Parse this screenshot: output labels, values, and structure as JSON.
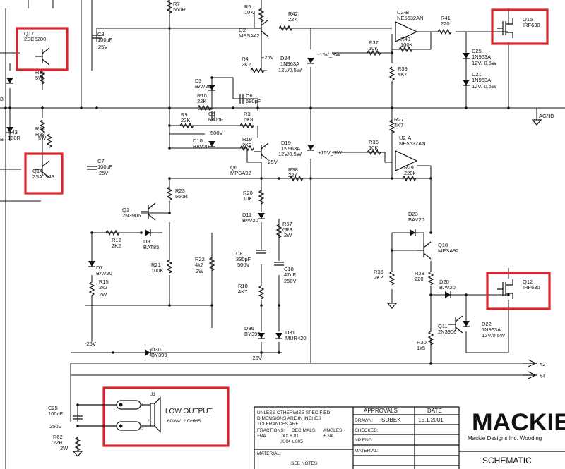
{
  "components": [
    {
      "id": "r7",
      "ref": "R7",
      "value": "560R"
    },
    {
      "id": "r5",
      "ref": "R5",
      "value": "10K"
    },
    {
      "id": "q2",
      "ref": "Q2",
      "value": "MPSA42"
    },
    {
      "id": "r4",
      "ref": "R4",
      "value": "2K2"
    },
    {
      "id": "d3",
      "ref": "D3",
      "value": "BAV20"
    },
    {
      "id": "r10",
      "ref": "R10",
      "value": "22K"
    },
    {
      "id": "c6",
      "ref": "C6",
      "value": "680pF"
    },
    {
      "id": "r9",
      "ref": "R9",
      "value": "22K"
    },
    {
      "id": "c5",
      "ref": "C5",
      "value": "680pF"
    },
    {
      "id": "c5v",
      "ref": "",
      "value": "500V"
    },
    {
      "id": "r3",
      "ref": "R3",
      "value": "6K8"
    },
    {
      "id": "d10",
      "ref": "D10",
      "value": "BAV20"
    },
    {
      "id": "r19",
      "ref": "R19",
      "value": "2K2"
    },
    {
      "id": "q6",
      "ref": "Q6",
      "value": "MPSA92"
    },
    {
      "id": "r42",
      "ref": "R42",
      "value": "22K"
    },
    {
      "id": "d24",
      "ref": "D24",
      "value": "1N963A"
    },
    {
      "id": "d24b",
      "ref": "",
      "value": "12V/0.5W"
    },
    {
      "id": "r37",
      "ref": "R37",
      "value": "10K"
    },
    {
      "id": "u2b",
      "ref": "U2-B",
      "value": "NE5532AN"
    },
    {
      "id": "r40",
      "ref": "R40",
      "value": "100K"
    },
    {
      "id": "r41",
      "ref": "R41",
      "value": "220"
    },
    {
      "id": "q15",
      "ref": "Q15",
      "value": "IRF630"
    },
    {
      "id": "d25",
      "ref": "D25",
      "value": "1N963A"
    },
    {
      "id": "d25b",
      "ref": "",
      "value": "12V/ 0.5W"
    },
    {
      "id": "d21",
      "ref": "D21",
      "value": "1N963A"
    },
    {
      "id": "d21b",
      "ref": "",
      "value": "12V/ 0.5W"
    },
    {
      "id": "r39",
      "ref": "R39",
      "value": "4K7"
    },
    {
      "id": "r27",
      "ref": "R27",
      "value": "4K7"
    },
    {
      "id": "d19",
      "ref": "D19",
      "value": "1N963A"
    },
    {
      "id": "d19b",
      "ref": "",
      "value": "12V/0.5W"
    },
    {
      "id": "r36",
      "ref": "R36",
      "value": "10K"
    },
    {
      "id": "u2a",
      "ref": "U2-A",
      "value": "NE5532AN"
    },
    {
      "id": "r29",
      "ref": "R29",
      "value": "220k"
    },
    {
      "id": "r38",
      "ref": "R38",
      "value": "22K"
    },
    {
      "id": "q17",
      "ref": "Q17",
      "value": "2SC5200"
    },
    {
      "id": "r33",
      "ref": "R33",
      "value": "5W"
    },
    {
      "id": "r43",
      "ref": "R43",
      "value": "100R"
    },
    {
      "id": "r54",
      "ref": "R54",
      "value": "R33"
    },
    {
      "id": "r54w",
      "ref": "",
      "value": "5W"
    },
    {
      "id": "q14",
      "ref": "Q14",
      "value": "2SA1943"
    },
    {
      "id": "c3",
      "ref": "C3",
      "value": "100uF"
    },
    {
      "id": "c3v",
      "ref": "",
      "value": "25V"
    },
    {
      "id": "c7",
      "ref": "C7",
      "value": "100uF"
    },
    {
      "id": "c7v",
      "ref": "",
      "value": "25V"
    },
    {
      "id": "r23",
      "ref": "R23",
      "value": "560R"
    },
    {
      "id": "q1",
      "ref": "Q1",
      "value": "2N3906"
    },
    {
      "id": "r12",
      "ref": "R12",
      "value": "2K2"
    },
    {
      "id": "d8",
      "ref": "D8",
      "value": "BAT85"
    },
    {
      "id": "r20",
      "ref": "R20",
      "value": "10K"
    },
    {
      "id": "d11",
      "ref": "D11",
      "value": "BAV20"
    },
    {
      "id": "r57",
      "ref": "R57",
      "value": "6R8"
    },
    {
      "id": "r57w",
      "ref": "",
      "value": "2W"
    },
    {
      "id": "d7",
      "ref": "D7",
      "value": "BAV20"
    },
    {
      "id": "r15",
      "ref": "R15",
      "value": "2k2"
    },
    {
      "id": "r15w",
      "ref": "",
      "value": "2W"
    },
    {
      "id": "r21",
      "ref": "R21",
      "value": "100K"
    },
    {
      "id": "r22",
      "ref": "R22",
      "value": "4k7"
    },
    {
      "id": "r22w",
      "ref": "",
      "value": "2W"
    },
    {
      "id": "c8",
      "ref": "C8",
      "value": "330pF"
    },
    {
      "id": "c8v",
      "ref": "",
      "value": "500V"
    },
    {
      "id": "c18",
      "ref": "C18",
      "value": "47nF"
    },
    {
      "id": "c18v",
      "ref": "",
      "value": "250V"
    },
    {
      "id": "r18",
      "ref": "R18",
      "value": "4K7"
    },
    {
      "id": "d36",
      "ref": "D36",
      "value": "BY399"
    },
    {
      "id": "d31",
      "ref": "D31",
      "value": "MUR420"
    },
    {
      "id": "d30",
      "ref": "D30",
      "value": "BY399"
    },
    {
      "id": "d23",
      "ref": "D23",
      "value": "BAV20"
    },
    {
      "id": "q10",
      "ref": "Q10",
      "value": "MPSA92"
    },
    {
      "id": "r35",
      "ref": "R35",
      "value": "2K2"
    },
    {
      "id": "r28",
      "ref": "R28",
      "value": "220"
    },
    {
      "id": "d20",
      "ref": "D20",
      "value": "BAV20"
    },
    {
      "id": "q12",
      "ref": "Q12",
      "value": "IRF630"
    },
    {
      "id": "q11",
      "ref": "Q11",
      "value": "2N3906"
    },
    {
      "id": "d22",
      "ref": "D22",
      "value": "1N963A"
    },
    {
      "id": "d22b",
      "ref": "",
      "value": "12V/0.5W"
    },
    {
      "id": "r30",
      "ref": "R30",
      "value": "1k5"
    },
    {
      "id": "c25",
      "ref": "C25",
      "value": "100nF"
    },
    {
      "id": "c25v",
      "ref": "",
      "value": "250V"
    },
    {
      "id": "r62",
      "ref": "R62",
      "value": "22R"
    },
    {
      "id": "r62w",
      "ref": "",
      "value": "2W"
    },
    {
      "id": "j1",
      "ref": "J1",
      "value": ""
    }
  ],
  "nets": {
    "plus25": "+25V",
    "minus25_a": "-25V",
    "minus25_b": "-25V",
    "minus25_c": "-25V",
    "minus15sw": "-15V_SW",
    "plus15sw": "+15V_SW",
    "agnd": "AGND",
    "hash2": "#2",
    "hash4": "#4"
  },
  "edge_marks": {
    "b1": "B",
    "b2": "B"
  },
  "output": {
    "label": "LOW OUTPUT",
    "spec": "600W/12 OHMS",
    "pin1": "1",
    "pin2": "2"
  },
  "notes": {
    "line1": "UNLESS OTHERWISE SPECIFIED",
    "line2": "DIMENSIONS ARE IN INCHES",
    "line3": "TOLERANCES ARE:",
    "fractions": "FRACTIONS:",
    "decimals": "DECIMALS:",
    "angles": "ANGLES:",
    "tol_na1": "±NA",
    "tol_xx": ".XX ±.01",
    "tol_na2": "±.NA",
    "tol_xxx": ".XXX ±.005",
    "material": "MATERIAL:",
    "see_notes": "SEE NOTES"
  },
  "title_block": {
    "approvals": "APPROVALS",
    "date": "DATE",
    "drawn": "DRAWN:",
    "drawn_by": "SOBEK",
    "drawn_date": "15.1.2001",
    "checked": "CHECKED:",
    "np_eng": "NP ENG:",
    "material": "MATERIAL:",
    "company_logo": "MACKIE",
    "company": "Mackie Designs Inc.  Wooding",
    "title": "SCHEMATIC"
  }
}
